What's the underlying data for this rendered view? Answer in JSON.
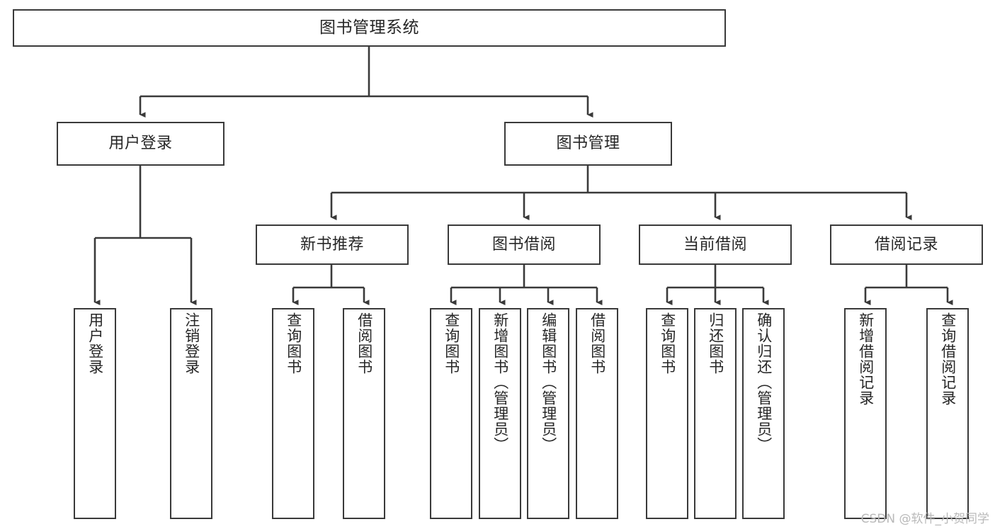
{
  "diagram": {
    "title": "图书管理系统",
    "type": "tree-hierarchy",
    "watermark": "CSDN @软件_小贺同学",
    "colors": {
      "stroke": "#3a3a3a",
      "fill": "#ffffff",
      "text": "#262626",
      "watermark": "#b9b9b9"
    },
    "levels": {
      "root": {
        "label": "图书管理系统"
      },
      "level2": [
        {
          "label": "用户登录"
        },
        {
          "label": "图书管理"
        }
      ],
      "level3": [
        {
          "label": "新书推荐"
        },
        {
          "label": "图书借阅"
        },
        {
          "label": "当前借阅"
        },
        {
          "label": "借阅记录"
        }
      ],
      "leaves": [
        {
          "label": "用户登录",
          "parent": "用户登录"
        },
        {
          "label": "注销登录",
          "parent": "用户登录"
        },
        {
          "label": "查询图书",
          "parent": "新书推荐"
        },
        {
          "label": "借阅图书",
          "parent": "新书推荐"
        },
        {
          "label": "查询图书",
          "parent": "图书借阅"
        },
        {
          "label": "新增图书（管理员）",
          "parent": "图书借阅"
        },
        {
          "label": "编辑图书（管理员）",
          "parent": "图书借阅"
        },
        {
          "label": "借阅图书",
          "parent": "图书借阅"
        },
        {
          "label": "查询图书",
          "parent": "当前借阅"
        },
        {
          "label": "归还图书",
          "parent": "当前借阅"
        },
        {
          "label": "确认归还（管理员）",
          "parent": "当前借阅"
        },
        {
          "label": "新增借阅记录",
          "parent": "借阅记录"
        },
        {
          "label": "查询借阅记录",
          "parent": "借阅记录"
        }
      ]
    }
  }
}
